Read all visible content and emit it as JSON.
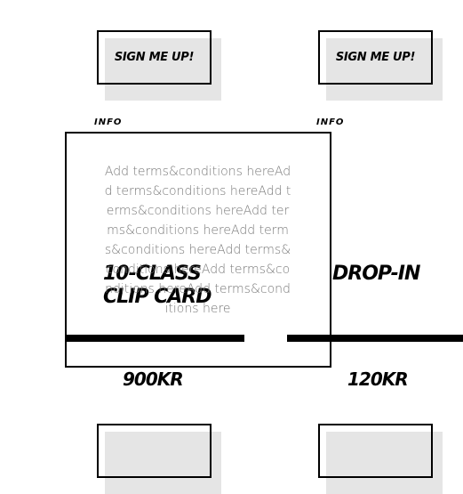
{
  "cards": [
    {
      "button_label": "SIGN ME UP!",
      "info_label": "INFO",
      "title": "10-CLASS CLIP CARD",
      "price": "900KR"
    },
    {
      "button_label": "SIGN ME UP!",
      "info_label": "INFO",
      "title": "DROP-IN",
      "price": "120KR"
    }
  ],
  "popup": {
    "terms_text": "Add terms&conditions hereAdd terms&conditions hereAdd terms&conditions hereAdd terms&conditions hereAdd terms&conditions hereAdd terms&conditions hereAdd terms&conditions hereAdd terms&conditions here"
  },
  "bottom_cards": [
    {
      "button_label": ""
    },
    {
      "button_label": ""
    }
  ]
}
